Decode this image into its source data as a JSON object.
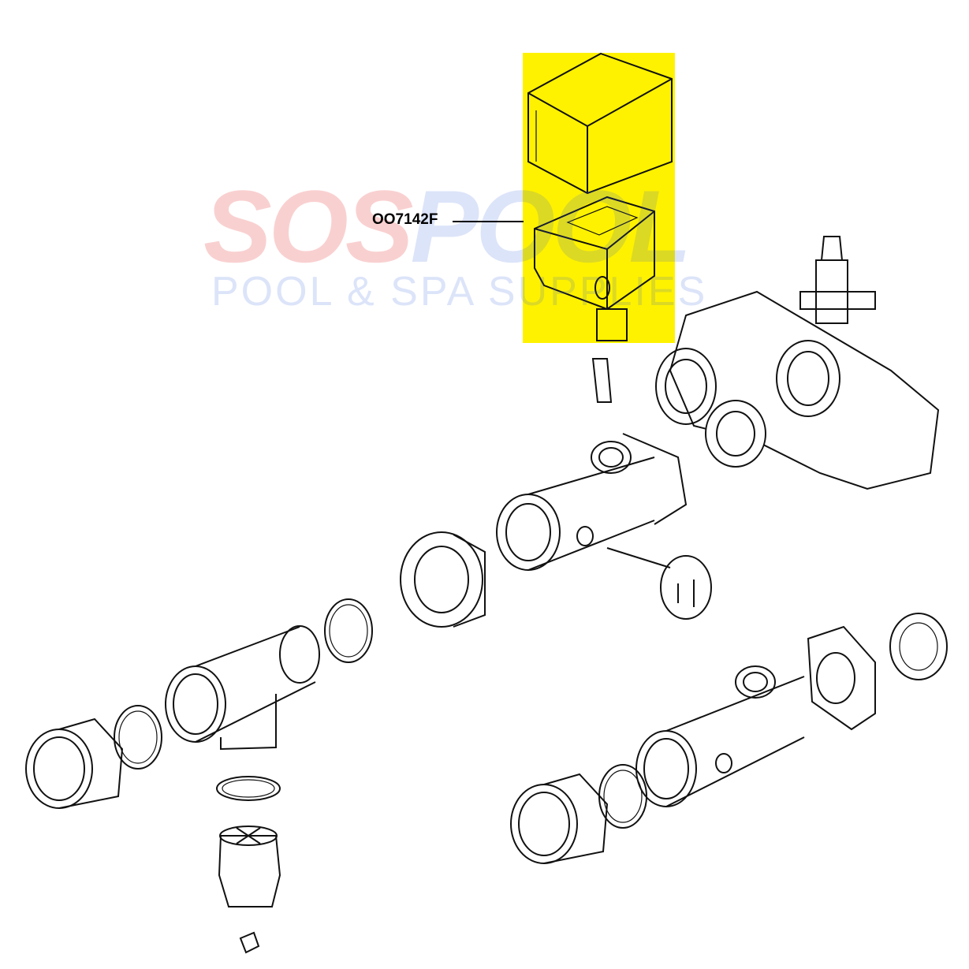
{
  "diagram": {
    "callout_label": "OO7142F",
    "highlight_color": "#FFF200",
    "watermark": {
      "brand_part1": "SOS",
      "brand_part2": "POOL",
      "tagline": "POOL & SPA SUPPLIES",
      "color_part1": "#E8302F",
      "color_part2": "#2F5BE0"
    }
  }
}
